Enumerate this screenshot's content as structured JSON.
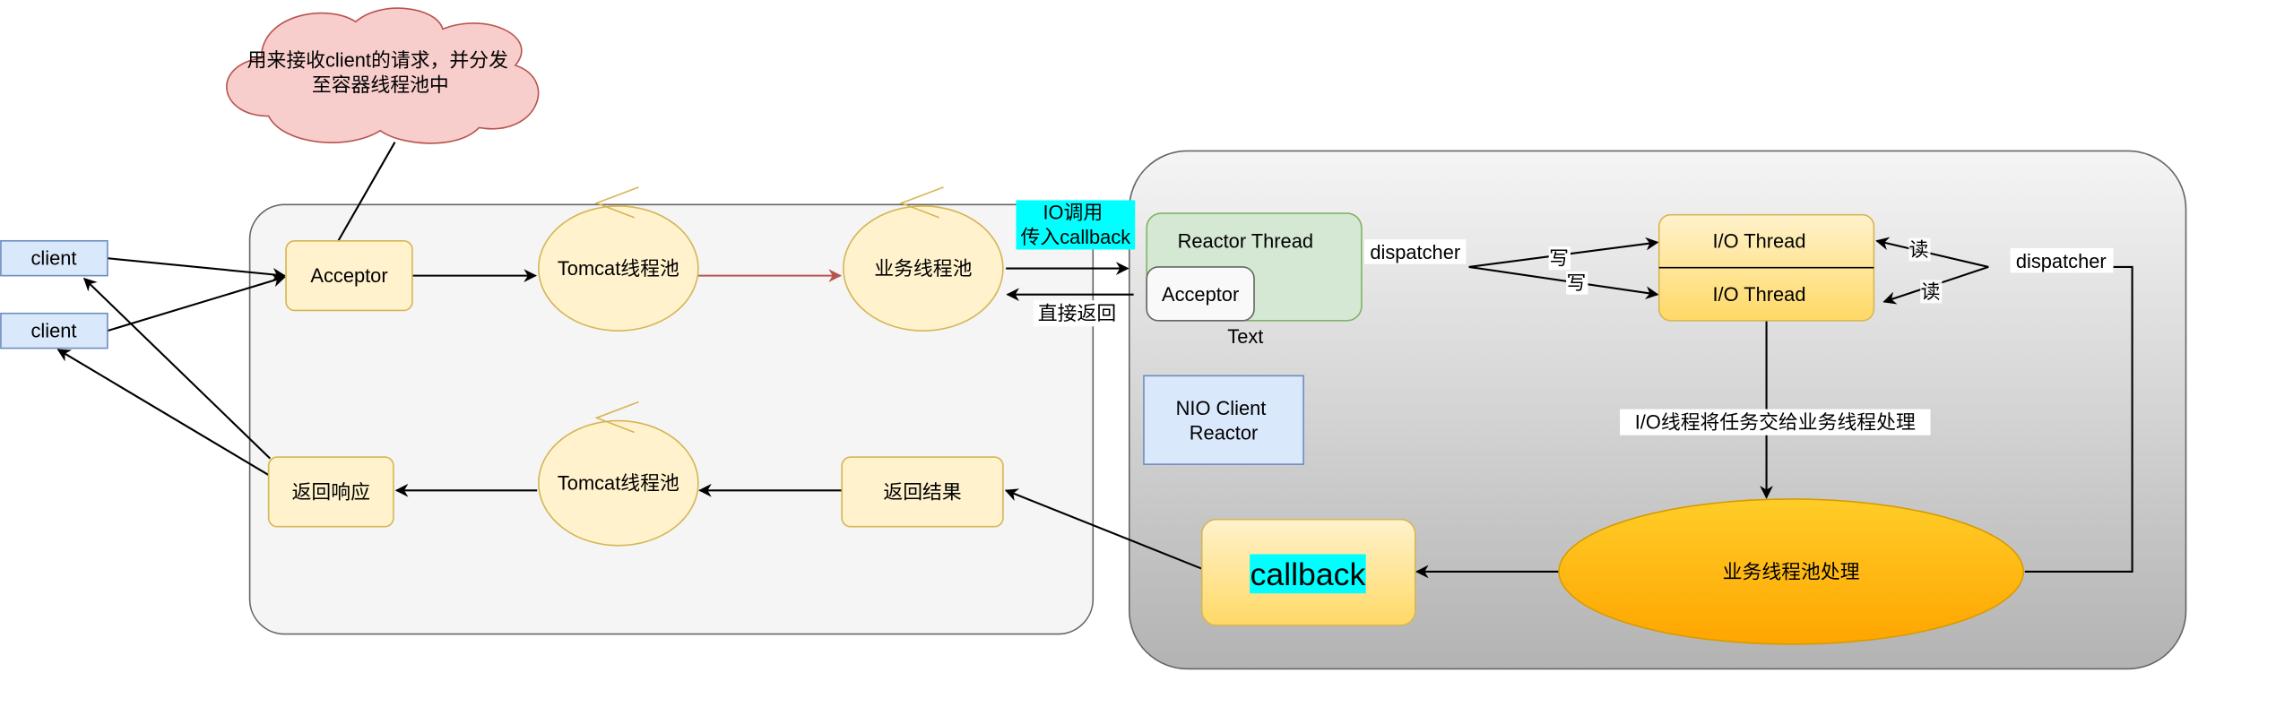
{
  "cloud_note": {
    "lines": [
      "用来接收client的请求，并分发",
      "至容器线程池中"
    ]
  },
  "clients": [
    "client",
    "client"
  ],
  "left_panel": {
    "acceptor": "Acceptor",
    "tomcat_pool_top": "Tomcat线程池",
    "business_pool": "业务线程池",
    "response": "返回响应",
    "tomcat_pool_bottom": "Tomcat线程池",
    "result": "返回结果"
  },
  "io_call_label": [
    "IO调用",
    "传入callback"
  ],
  "direct_return_label": "直接返回",
  "reactor_panel": {
    "reactor_thread": "Reactor Thread",
    "acceptor": "Acceptor",
    "text_label": "Text",
    "dispatcher_left": "dispatcher",
    "write_labels": [
      "写",
      "写"
    ],
    "io_threads": [
      "I/O Thread",
      "I/O Thread"
    ],
    "read_labels": [
      "读",
      "读"
    ],
    "dispatcher_right": "dispatcher",
    "handoff_label": "I/O线程将任务交给业务线程处理",
    "nio_client_reactor": [
      "NIO Client",
      "Reactor"
    ],
    "business_processing": "业务线程池处理",
    "callback": "callback"
  },
  "colors": {
    "client_fill": "#dae8fc",
    "yellow_fill": "#fff2cc",
    "green_fill": "#d5e8d4",
    "cloud_fill": "#f8cecc",
    "highlight": "#00ffff",
    "red_edge": "#b85450",
    "orange_stroke": "#d79b00"
  }
}
